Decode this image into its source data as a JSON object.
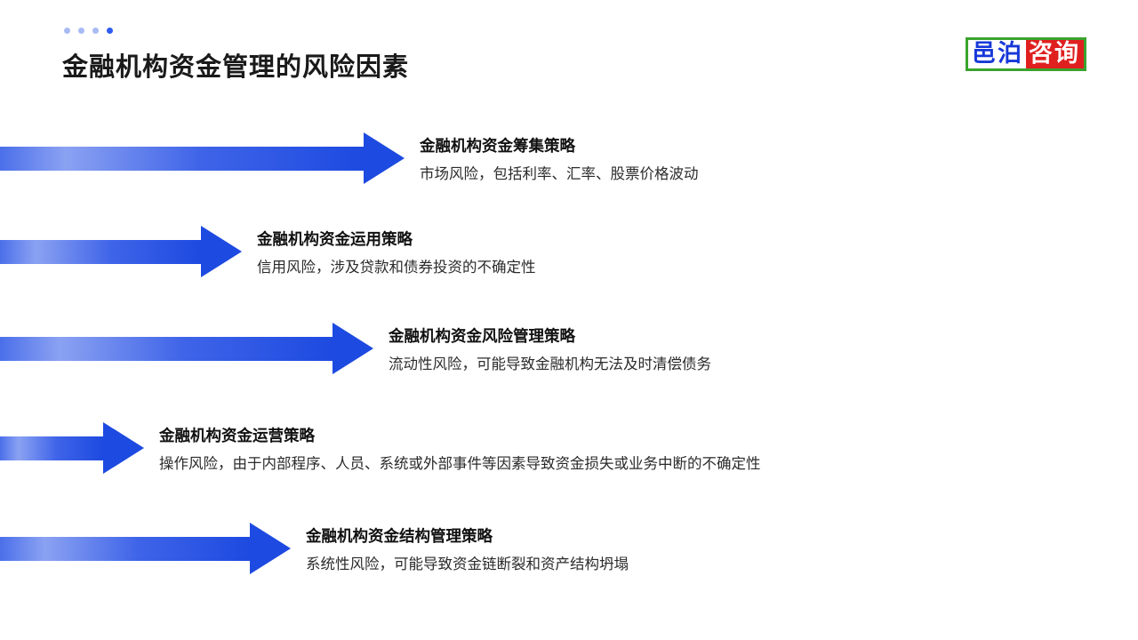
{
  "slide": {
    "title": "金融机构资金管理的风险因素",
    "logo": {
      "part1": "邑泊",
      "part2": "咨询"
    },
    "accent_colors": {
      "arrow_blue_dark": "#1d4ae0",
      "arrow_blue_light": "#8ba2f2",
      "logo_green_border": "#3aa32e",
      "logo_blue_text": "#1638d8",
      "logo_red_bg": "#e01f1f",
      "dot_light": "#a9bbf4",
      "dot_dark": "#2e5cf0"
    },
    "items": [
      {
        "heading": "金融机构资金筹集策略",
        "description": "市场风险，包括利率、汇率、股票价格波动"
      },
      {
        "heading": "金融机构资金运用策略",
        "description": "信用风险，涉及贷款和债券投资的不确定性"
      },
      {
        "heading": "金融机构资金风险管理策略",
        "description": "流动性风险，可能导致金融机构无法及时清偿债务"
      },
      {
        "heading": "金融机构资金运营策略",
        "description": "操作风险，由于内部程序、人员、系统或外部事件等因素导致资金损失或业务中断的不确定性"
      },
      {
        "heading": "金融机构资金结构管理策略",
        "description": "系统性风险，可能导致资金链断裂和资产结构坍塌"
      }
    ]
  }
}
